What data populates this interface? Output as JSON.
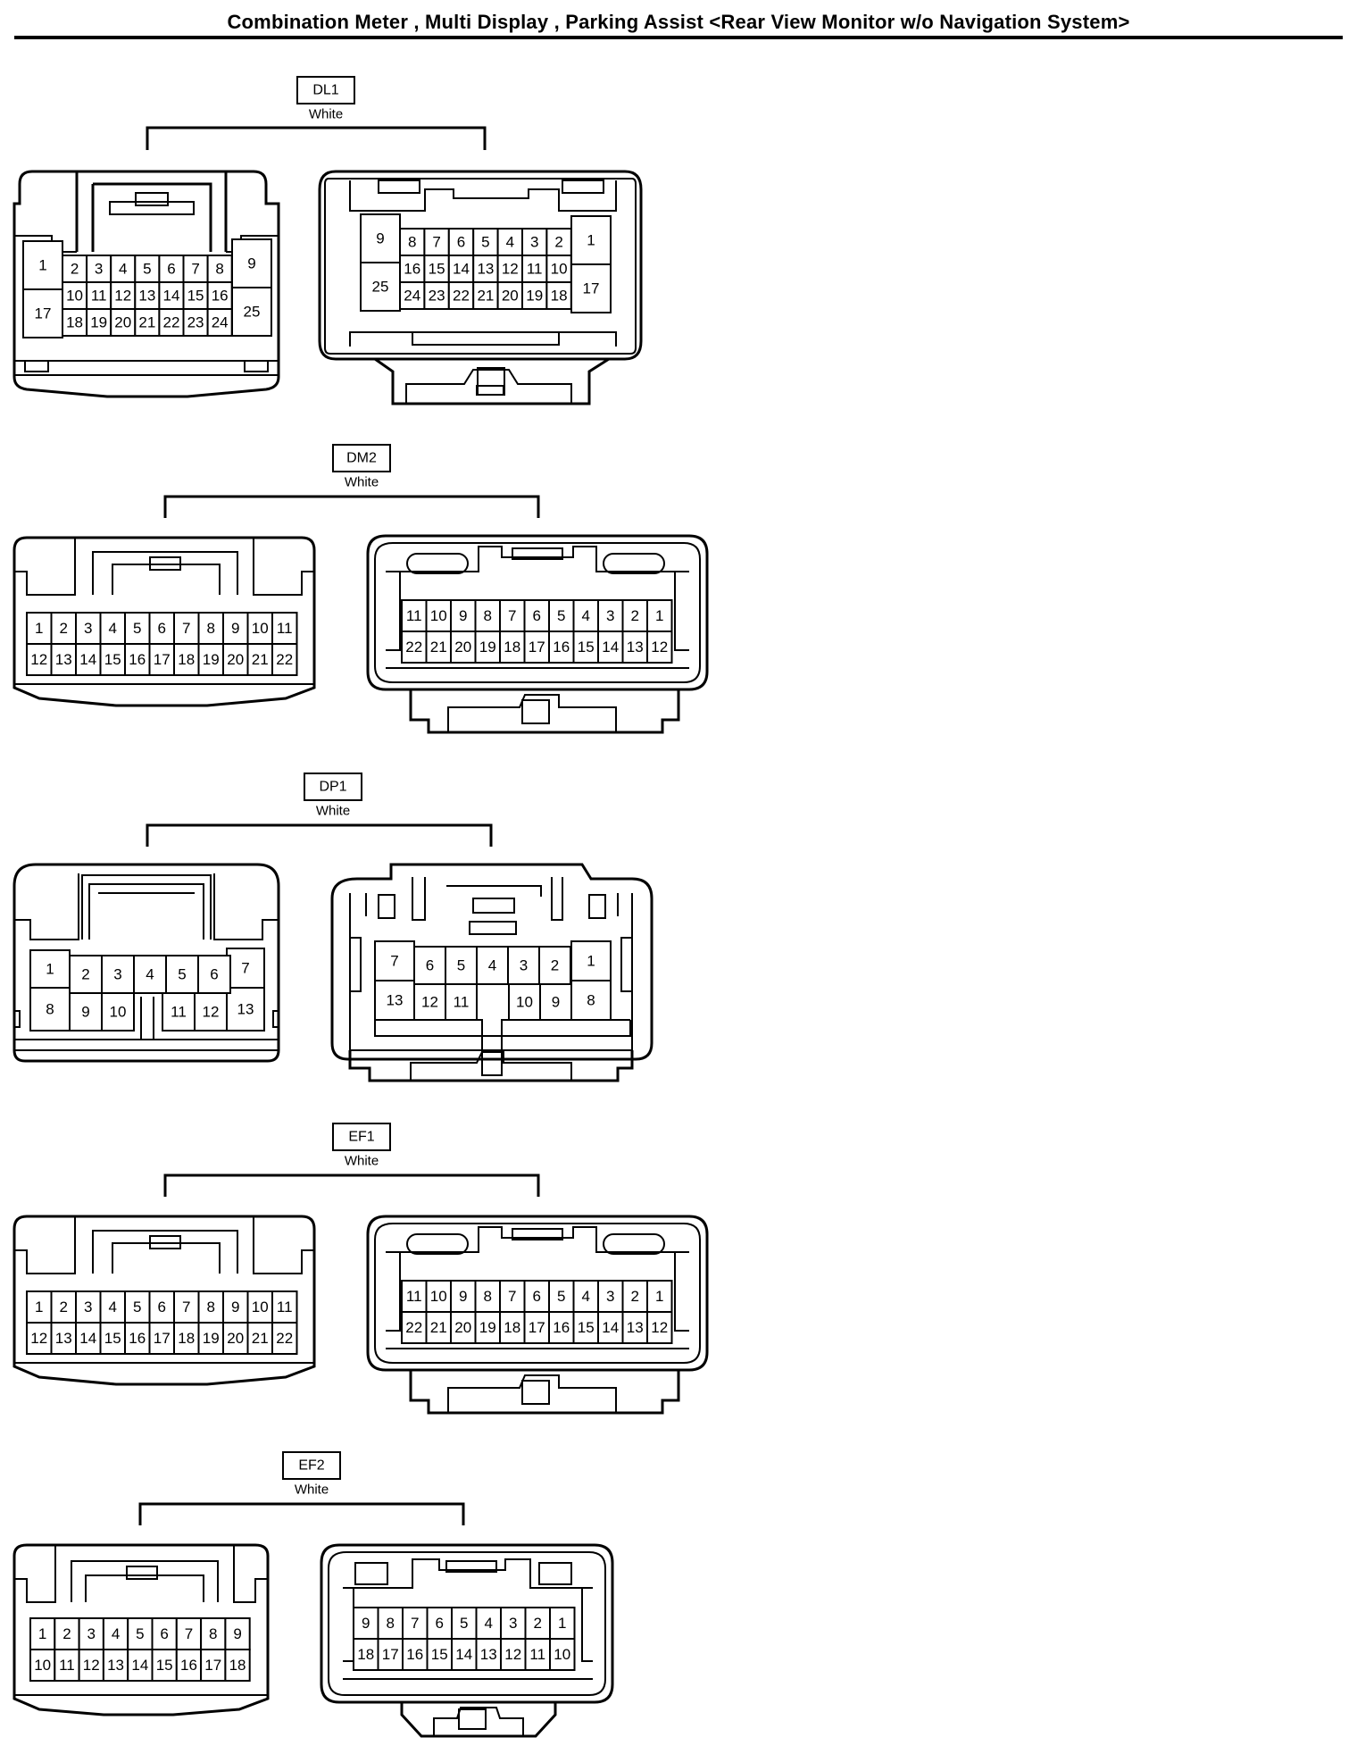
{
  "title": "Combination Meter , Multi Display , Parking Assist <Rear View Monitor w/o Navigation System>",
  "connectors": [
    {
      "id": "DL1",
      "color": "White",
      "left": {
        "rows": [
          [
            "2",
            "3",
            "4",
            "5",
            "6",
            "7",
            "8"
          ],
          [
            "10",
            "11",
            "12",
            "13",
            "14",
            "15",
            "16"
          ],
          [
            "18",
            "19",
            "20",
            "21",
            "22",
            "23",
            "24"
          ]
        ],
        "side_left": [
          "1",
          "17"
        ],
        "side_right": [
          "9",
          "25"
        ]
      },
      "right": {
        "rows": [
          [
            "8",
            "7",
            "6",
            "5",
            "4",
            "3",
            "2"
          ],
          [
            "16",
            "15",
            "14",
            "13",
            "12",
            "11",
            "10"
          ],
          [
            "24",
            "23",
            "22",
            "21",
            "20",
            "19",
            "18"
          ]
        ],
        "side_left": [
          "9",
          "25"
        ],
        "side_right": [
          "1",
          "17"
        ]
      }
    },
    {
      "id": "DM2",
      "color": "White",
      "left": {
        "rows": [
          [
            "1",
            "2",
            "3",
            "4",
            "5",
            "6",
            "7",
            "8",
            "9",
            "10",
            "11"
          ],
          [
            "12",
            "13",
            "14",
            "15",
            "16",
            "17",
            "18",
            "19",
            "20",
            "21",
            "22"
          ]
        ]
      },
      "right": {
        "rows": [
          [
            "11",
            "10",
            "9",
            "8",
            "7",
            "6",
            "5",
            "4",
            "3",
            "2",
            "1"
          ],
          [
            "22",
            "21",
            "20",
            "19",
            "18",
            "17",
            "16",
            "15",
            "14",
            "13",
            "12"
          ]
        ]
      }
    },
    {
      "id": "DP1",
      "color": "White",
      "left": {
        "row1": [
          "2",
          "3",
          "4",
          "5",
          "6"
        ],
        "row2a": [
          "9",
          "10"
        ],
        "row2b": [
          "11",
          "12"
        ],
        "side_left": [
          "1",
          "8"
        ],
        "side_right": [
          "7",
          "13"
        ]
      },
      "right": {
        "row1": [
          "6",
          "5",
          "4",
          "3",
          "2"
        ],
        "row2a": [
          "12",
          "11"
        ],
        "row2b": [
          "10",
          "9"
        ],
        "side_left": [
          "7",
          "13"
        ],
        "side_right": [
          "1",
          "8"
        ]
      }
    },
    {
      "id": "EF1",
      "color": "White",
      "left": {
        "rows": [
          [
            "1",
            "2",
            "3",
            "4",
            "5",
            "6",
            "7",
            "8",
            "9",
            "10",
            "11"
          ],
          [
            "12",
            "13",
            "14",
            "15",
            "16",
            "17",
            "18",
            "19",
            "20",
            "21",
            "22"
          ]
        ]
      },
      "right": {
        "rows": [
          [
            "11",
            "10",
            "9",
            "8",
            "7",
            "6",
            "5",
            "4",
            "3",
            "2",
            "1"
          ],
          [
            "22",
            "21",
            "20",
            "19",
            "18",
            "17",
            "16",
            "15",
            "14",
            "13",
            "12"
          ]
        ]
      }
    },
    {
      "id": "EF2",
      "color": "White",
      "left": {
        "rows": [
          [
            "1",
            "2",
            "3",
            "4",
            "5",
            "6",
            "7",
            "8",
            "9"
          ],
          [
            "10",
            "11",
            "12",
            "13",
            "14",
            "15",
            "16",
            "17",
            "18"
          ]
        ]
      },
      "right": {
        "rows": [
          [
            "9",
            "8",
            "7",
            "6",
            "5",
            "4",
            "3",
            "2",
            "1"
          ],
          [
            "18",
            "17",
            "16",
            "15",
            "14",
            "13",
            "12",
            "11",
            "10"
          ]
        ]
      }
    }
  ]
}
